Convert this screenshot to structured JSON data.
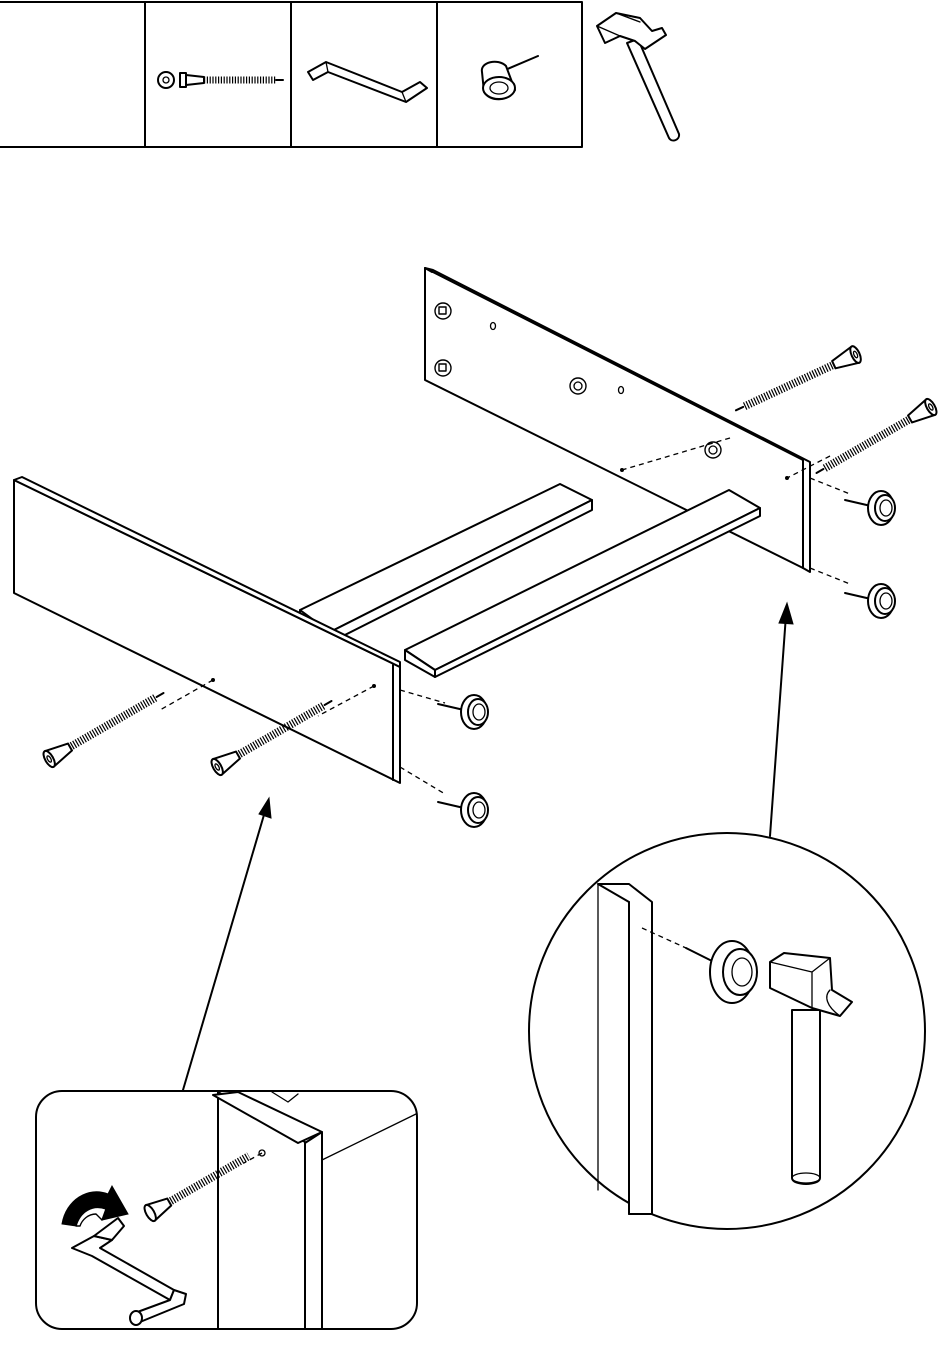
{
  "parts_table": {
    "cells": [
      {
        "part": "empty"
      },
      {
        "part": "screw-with-cap",
        "icon": "screw-icon"
      },
      {
        "part": "allen-key",
        "icon": "allen-key-icon"
      },
      {
        "part": "glide-nail",
        "icon": "glide-nail-icon"
      }
    ],
    "tool": "hammer-icon"
  },
  "assembly": {
    "panels": [
      "back-panel",
      "front-panel"
    ],
    "rails": [
      "upper-rail",
      "lower-rail"
    ],
    "fasteners": {
      "screws": 4,
      "glide_nails": 4
    }
  },
  "details": {
    "left_inset": "screw-driving-detail",
    "right_inset": "glide-hammering-detail"
  },
  "colors": {
    "line": "#000000",
    "fill": "#ffffff"
  }
}
